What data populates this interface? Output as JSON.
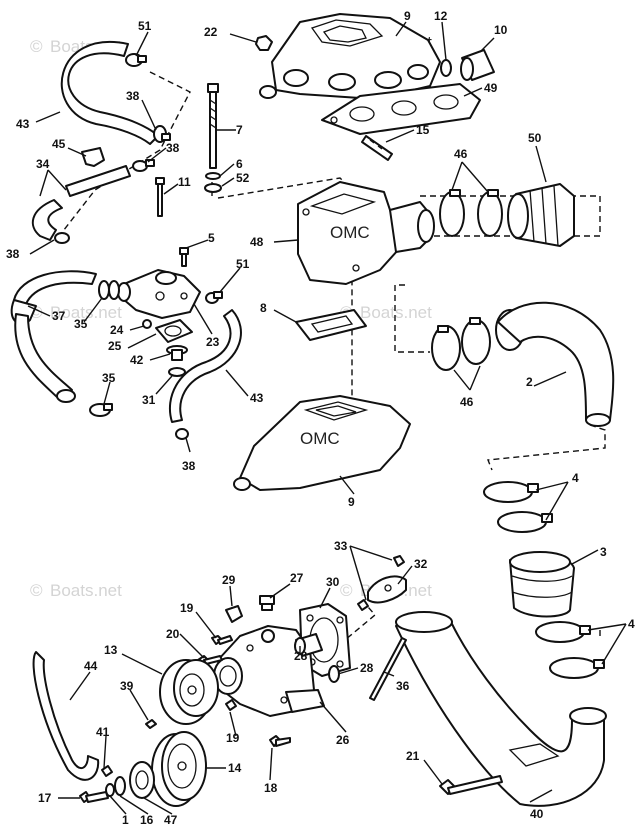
{
  "watermark": {
    "brand": "Boats.net",
    "symbol": "©"
  },
  "callouts": [
    {
      "id": "c1",
      "text": "1"
    },
    {
      "id": "c2",
      "text": "2"
    },
    {
      "id": "c3",
      "text": "3"
    },
    {
      "id": "c4a",
      "text": "4"
    },
    {
      "id": "c4b",
      "text": "4"
    },
    {
      "id": "c5",
      "text": "5"
    },
    {
      "id": "c6",
      "text": "6"
    },
    {
      "id": "c7",
      "text": "7"
    },
    {
      "id": "c8",
      "text": "8"
    },
    {
      "id": "c9a",
      "text": "9"
    },
    {
      "id": "c9b",
      "text": "9"
    },
    {
      "id": "c10",
      "text": "10"
    },
    {
      "id": "c11",
      "text": "11"
    },
    {
      "id": "c12",
      "text": "12"
    },
    {
      "id": "c13",
      "text": "13"
    },
    {
      "id": "c14",
      "text": "14"
    },
    {
      "id": "c15",
      "text": "15"
    },
    {
      "id": "c16",
      "text": "16"
    },
    {
      "id": "c17",
      "text": "17"
    },
    {
      "id": "c18",
      "text": "18"
    },
    {
      "id": "c19a",
      "text": "19"
    },
    {
      "id": "c19b",
      "text": "19"
    },
    {
      "id": "c20",
      "text": "20"
    },
    {
      "id": "c21",
      "text": "21"
    },
    {
      "id": "c22",
      "text": "22"
    },
    {
      "id": "c23",
      "text": "23"
    },
    {
      "id": "c24",
      "text": "24"
    },
    {
      "id": "c25",
      "text": "25"
    },
    {
      "id": "c26",
      "text": "26"
    },
    {
      "id": "c27",
      "text": "27"
    },
    {
      "id": "c28a",
      "text": "28"
    },
    {
      "id": "c28b",
      "text": "28"
    },
    {
      "id": "c29",
      "text": "29"
    },
    {
      "id": "c30",
      "text": "30"
    },
    {
      "id": "c31",
      "text": "31"
    },
    {
      "id": "c32",
      "text": "32"
    },
    {
      "id": "c33",
      "text": "33"
    },
    {
      "id": "c34",
      "text": "34"
    },
    {
      "id": "c35a",
      "text": "35"
    },
    {
      "id": "c35b",
      "text": "35"
    },
    {
      "id": "c36",
      "text": "36"
    },
    {
      "id": "c37",
      "text": "37"
    },
    {
      "id": "c38a",
      "text": "38"
    },
    {
      "id": "c38b",
      "text": "38"
    },
    {
      "id": "c38c",
      "text": "38"
    },
    {
      "id": "c38d",
      "text": "38"
    },
    {
      "id": "c39",
      "text": "39"
    },
    {
      "id": "c40",
      "text": "40"
    },
    {
      "id": "c41",
      "text": "41"
    },
    {
      "id": "c42",
      "text": "42"
    },
    {
      "id": "c43a",
      "text": "43"
    },
    {
      "id": "c43b",
      "text": "43"
    },
    {
      "id": "c44",
      "text": "44"
    },
    {
      "id": "c45",
      "text": "45"
    },
    {
      "id": "c46a",
      "text": "46"
    },
    {
      "id": "c46b",
      "text": "46"
    },
    {
      "id": "c47",
      "text": "47"
    },
    {
      "id": "c48",
      "text": "48"
    },
    {
      "id": "c49",
      "text": "49"
    },
    {
      "id": "c50",
      "text": "50"
    },
    {
      "id": "c51a",
      "text": "51"
    },
    {
      "id": "c51b",
      "text": "51"
    },
    {
      "id": "c52",
      "text": "52"
    }
  ],
  "casting_logo": "OMC"
}
